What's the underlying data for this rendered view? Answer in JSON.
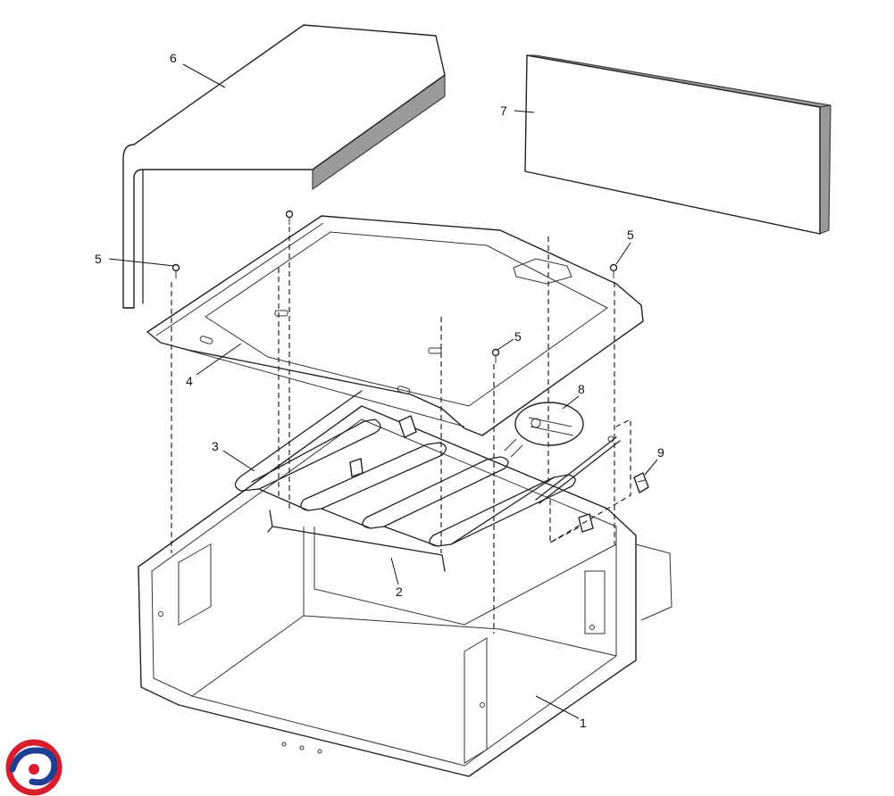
{
  "diagram": {
    "callouts": {
      "c1": "1",
      "c2": "2",
      "c3": "3",
      "c4": "4",
      "c5a": "5",
      "c5b": "5",
      "c5c": "5",
      "c6": "6",
      "c7": "7",
      "c8": "8",
      "c9": "9"
    },
    "colors": {
      "logo_red": "#d81e2c",
      "logo_blue": "#1f3f95",
      "insulation_edge": "#9a9a9a"
    }
  }
}
